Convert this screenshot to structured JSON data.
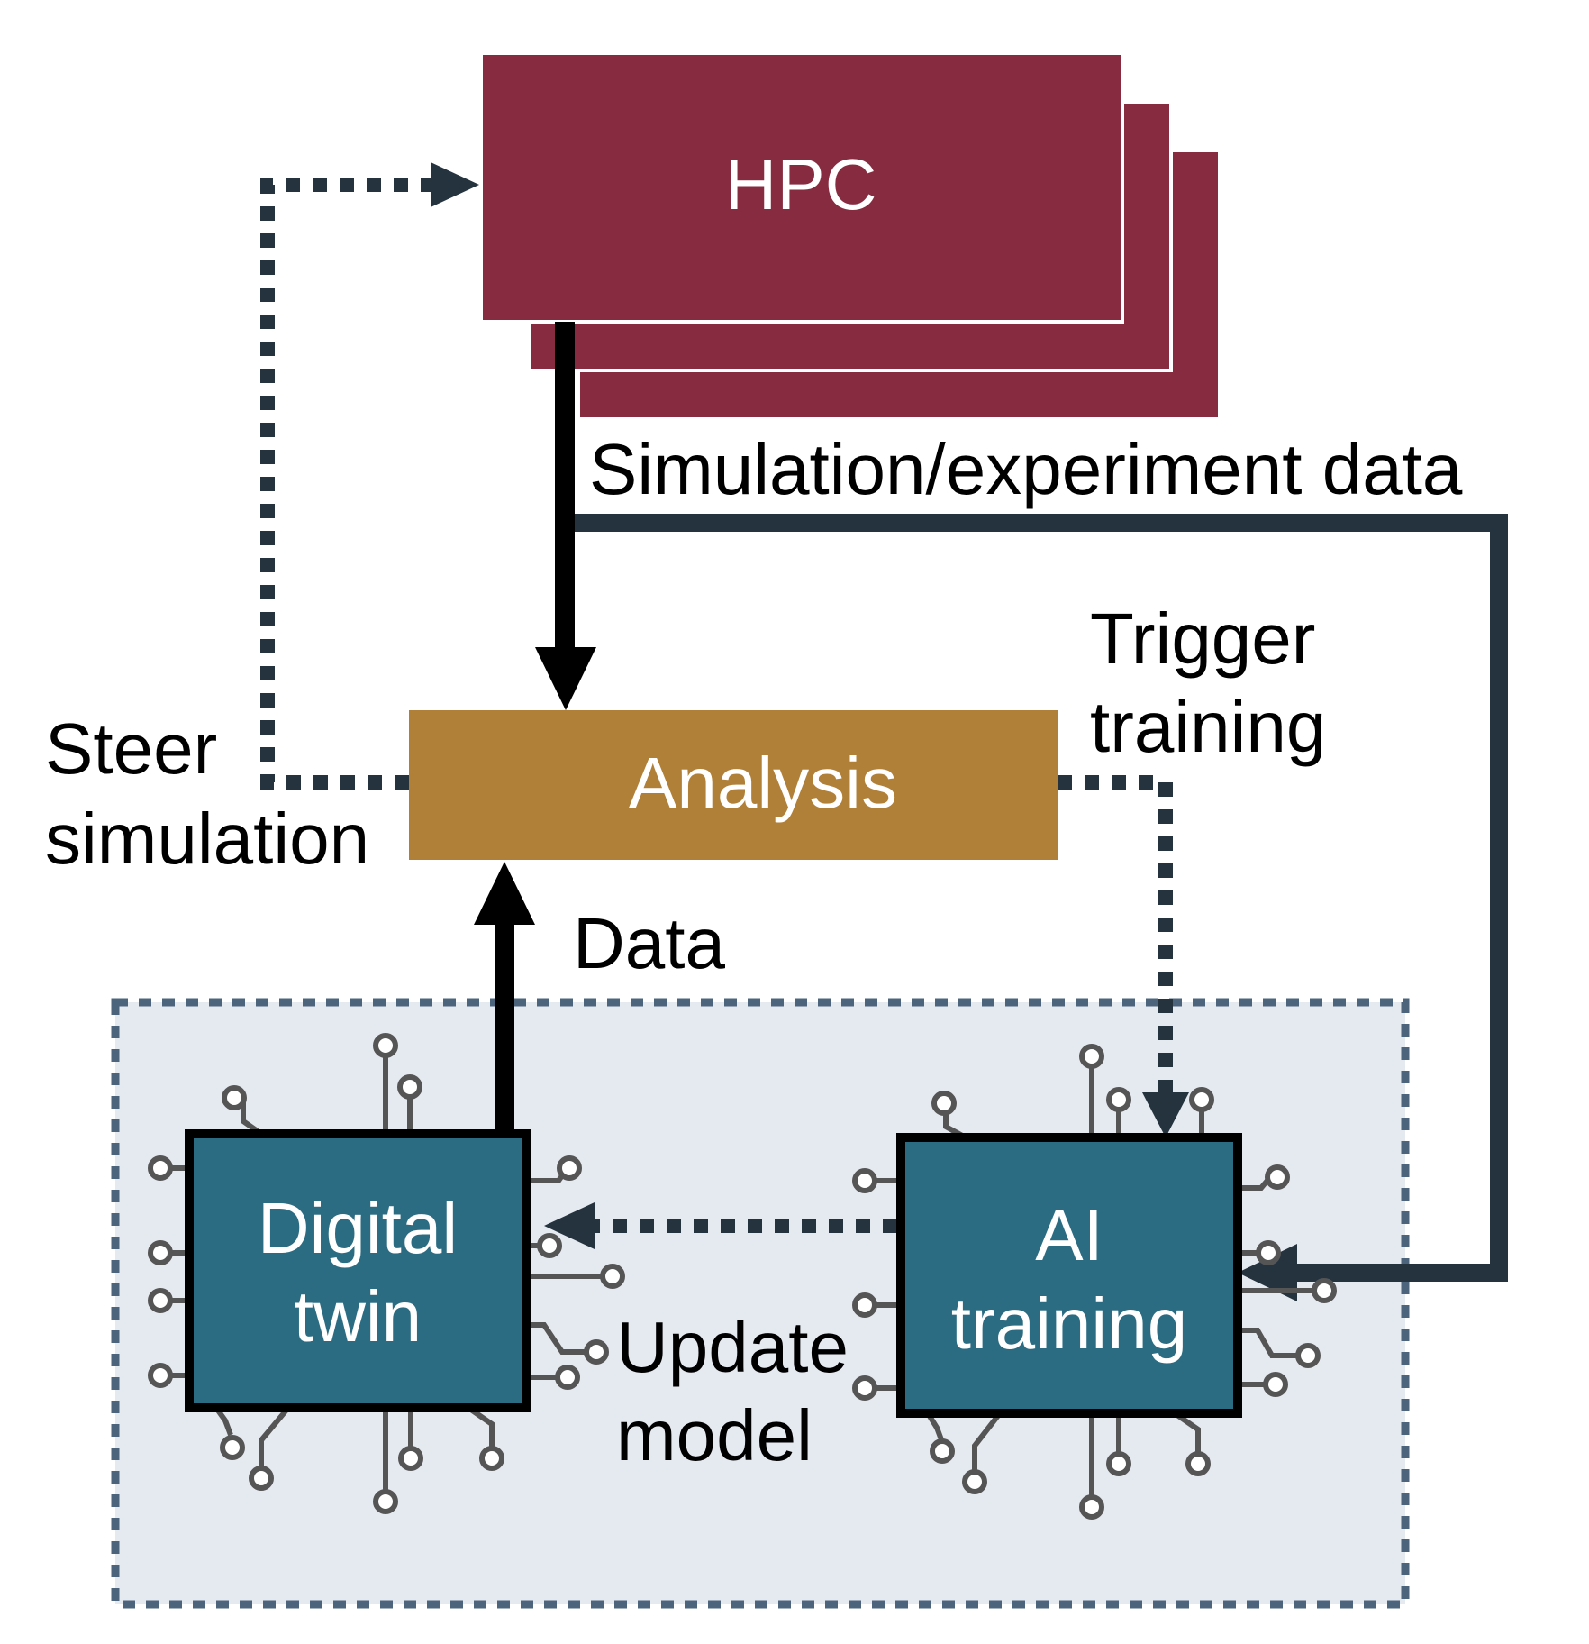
{
  "colors": {
    "hpc": "#872B40",
    "analysis": "#B08038",
    "chip": "#2B6C82",
    "edge_dark": "#25333F",
    "group_fill": "#E5E9F0",
    "group_border": "#4C647C",
    "pin": "#555555"
  },
  "nodes": {
    "hpc": "HPC",
    "analysis": "Analysis",
    "digital_twin": [
      "Digital",
      "twin"
    ],
    "ai_training": [
      "AI",
      "training"
    ]
  },
  "edge_labels": {
    "sim_data": "Simulation/experiment data",
    "trigger": [
      "Trigger",
      "training"
    ],
    "steer": [
      "Steer",
      "simulation"
    ],
    "data": "Data",
    "update": [
      "Update",
      "model"
    ]
  },
  "icons": {
    "digital_twin": "chip-icon",
    "ai_training": "chip-icon"
  }
}
